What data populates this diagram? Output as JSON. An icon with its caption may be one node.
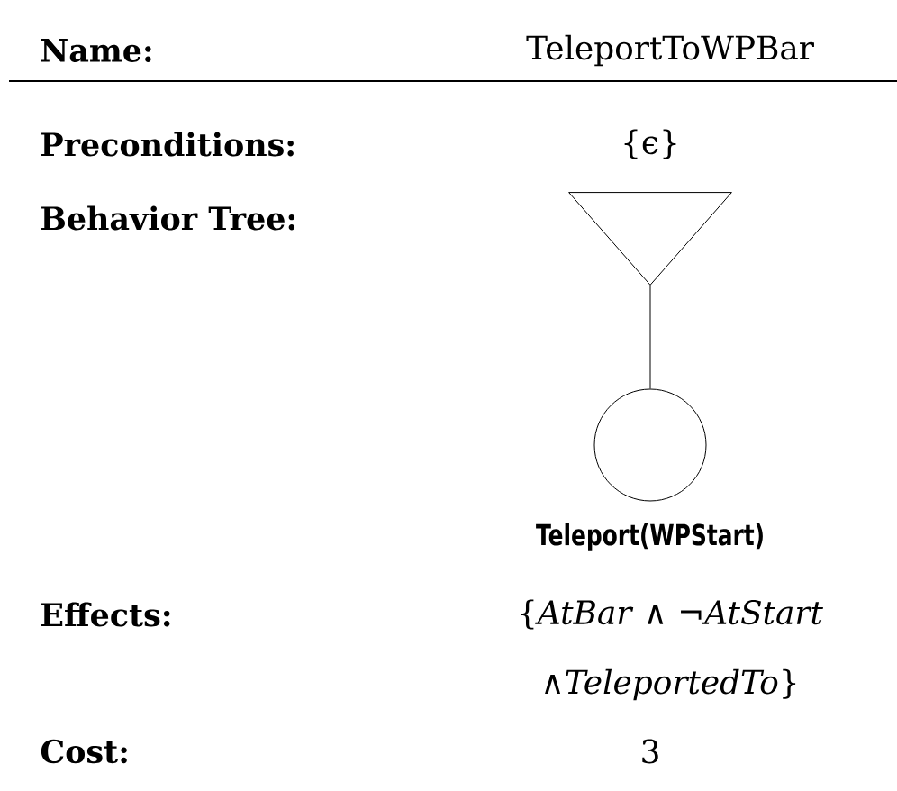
{
  "diagram": {
    "nodes": [
      {
        "text": [],
        "shape": "triangle"
      },
      {
        "text": [],
        "shape": "circle",
        "beside": [
          "Teleport(WPStart)"
        ]
      }
    ],
    "edges": [
      {
        "from": 0,
        "to": 1,
        "arrow": "none"
      }
    ],
    "labels": [
      "Name:",
      "TeleportToWPBar",
      "Preconditions:",
      "{ϵ}",
      "Behavior Tree:",
      "Effects:",
      "{*AtBar* ∧ ¬*AtStart*",
      "∧*TeleportedTo*}",
      "Cost:",
      "3"
    ]
  }
}
